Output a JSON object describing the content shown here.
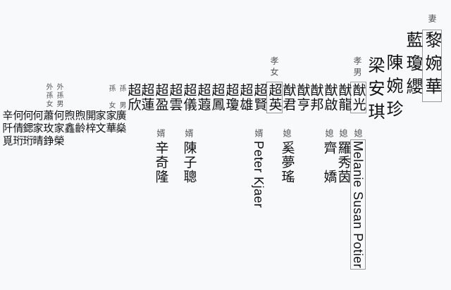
{
  "wife": {
    "label": "妻",
    "name": "黎婉華"
  },
  "partners": [
    "藍瓊纓",
    "陳婉珍",
    "梁安琪"
  ],
  "sons": {
    "label": "孝男",
    "names": [
      "猷光",
      "猷龍",
      "猷啟",
      "猷邦",
      "猷亨",
      "猷君"
    ]
  },
  "daughters": {
    "label": "孝女",
    "names": [
      "超英",
      "超賢",
      "超雄",
      "超瓊",
      "超鳳",
      "超蕸",
      "超儀",
      "超雲",
      "超盈",
      "超蓮",
      "超欣"
    ]
  },
  "grandchildren": {
    "grandson_label": "孫　男",
    "grandson": "廣燊",
    "granddaughter_label": "孫　女",
    "granddaughter": "家華",
    "others": [
      "家文",
      "開梓",
      "煦齡",
      "煦鑫"
    ],
    "ext_grandson_label": "外孫男",
    "ext_grandson": "何家榮",
    "ext_granddaughter_label": "外孫女",
    "ext_granddaughter": "蕭玫錚",
    "more": [
      "何家晴",
      "何鍶珩",
      "何倩珩",
      "辛阡覓"
    ]
  },
  "in_laws": [
    {
      "label": "媳",
      "name": "Melanie Susan Potier"
    },
    {
      "label": "媳",
      "name": "羅秀茵"
    },
    {
      "label": "媳",
      "name": "齊　嬌"
    },
    {
      "label": "媳",
      "name": "奚夢瑤"
    },
    {
      "label": "婿",
      "name": "Peter Kjaer"
    },
    {
      "label": "婿",
      "name": "陳子聰"
    },
    {
      "label": "婿",
      "name": "辛奇隆"
    }
  ]
}
